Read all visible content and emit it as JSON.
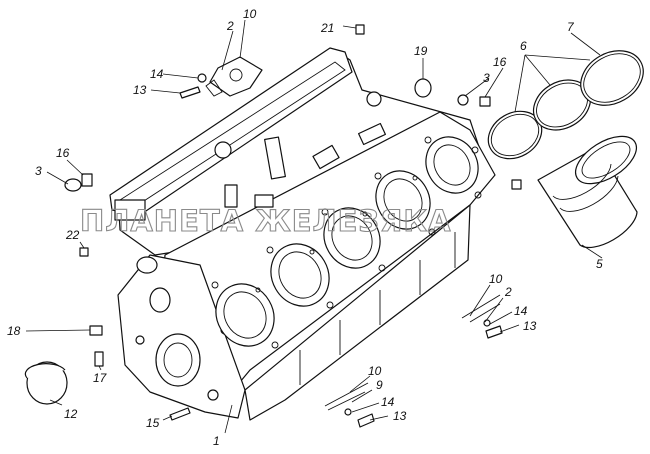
{
  "callouts": [
    {
      "id": "c1",
      "text": "1"
    },
    {
      "id": "c2a",
      "text": "2"
    },
    {
      "id": "c2b",
      "text": "2"
    },
    {
      "id": "c3a",
      "text": "3"
    },
    {
      "id": "c3b",
      "text": "3"
    },
    {
      "id": "c5",
      "text": "5"
    },
    {
      "id": "c6",
      "text": "6"
    },
    {
      "id": "c7",
      "text": "7"
    },
    {
      "id": "c9",
      "text": "9"
    },
    {
      "id": "c10a",
      "text": "10"
    },
    {
      "id": "c10b",
      "text": "10"
    },
    {
      "id": "c10c",
      "text": "10"
    },
    {
      "id": "c12",
      "text": "12"
    },
    {
      "id": "c13a",
      "text": "13"
    },
    {
      "id": "c13b",
      "text": "13"
    },
    {
      "id": "c13c",
      "text": "13"
    },
    {
      "id": "c14a",
      "text": "14"
    },
    {
      "id": "c14b",
      "text": "14"
    },
    {
      "id": "c14c",
      "text": "14"
    },
    {
      "id": "c15",
      "text": "15"
    },
    {
      "id": "c16a",
      "text": "16"
    },
    {
      "id": "c16b",
      "text": "16"
    },
    {
      "id": "c17",
      "text": "17"
    },
    {
      "id": "c18",
      "text": "18"
    },
    {
      "id": "c19",
      "text": "19"
    },
    {
      "id": "c21",
      "text": "21"
    },
    {
      "id": "c22",
      "text": "22"
    }
  ],
  "watermark": "ПЛАНЕТА ЖЕЛЕЗЯКА",
  "colors": {
    "ink": "#111111",
    "watermark": "#8a8a8a",
    "background": "#ffffff"
  }
}
